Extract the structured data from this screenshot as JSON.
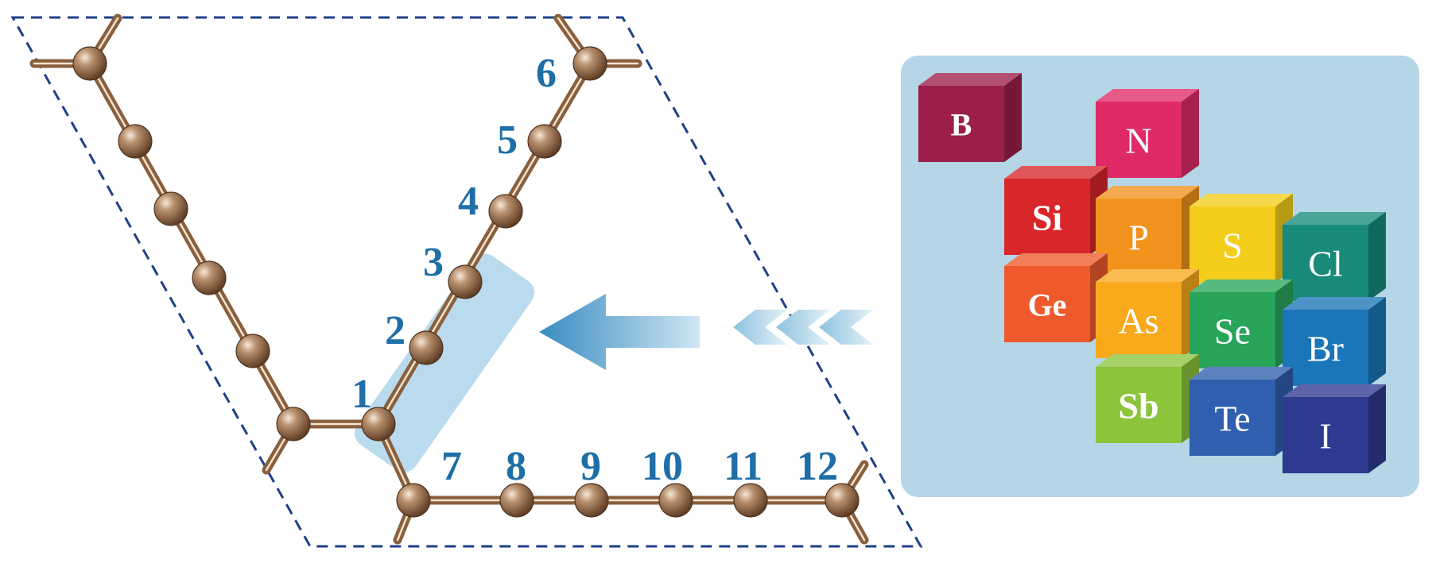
{
  "site_labels": [
    "1",
    "2",
    "3",
    "4",
    "5",
    "6",
    "7",
    "8",
    "9",
    "10",
    "11",
    "12"
  ],
  "elements": [
    {
      "symbol": "B",
      "color": "#9c1f4b"
    },
    {
      "symbol": "N",
      "color": "#e02a67"
    },
    {
      "symbol": "Si",
      "color": "#d9262b"
    },
    {
      "symbol": "P",
      "color": "#f0921c"
    },
    {
      "symbol": "S",
      "color": "#f3cd1a"
    },
    {
      "symbol": "Cl",
      "color": "#178a7a"
    },
    {
      "symbol": "Ge",
      "color": "#ee5a2c"
    },
    {
      "symbol": "As",
      "color": "#f8a91c"
    },
    {
      "symbol": "Se",
      "color": "#28a55a"
    },
    {
      "symbol": "Br",
      "color": "#1a76b9"
    },
    {
      "symbol": "Sb",
      "color": "#8cc43c"
    },
    {
      "symbol": "Te",
      "color": "#2f5fae"
    },
    {
      "symbol": "I",
      "color": "#2d3a8f"
    }
  ],
  "colors": {
    "atom": "#a9805f",
    "bond": "#8a5f3c",
    "label": "#1e6ea8",
    "cell_border": "#1f3f8a",
    "panel_bg": "#b4d6e6",
    "arrow": "#3d8fc4"
  }
}
